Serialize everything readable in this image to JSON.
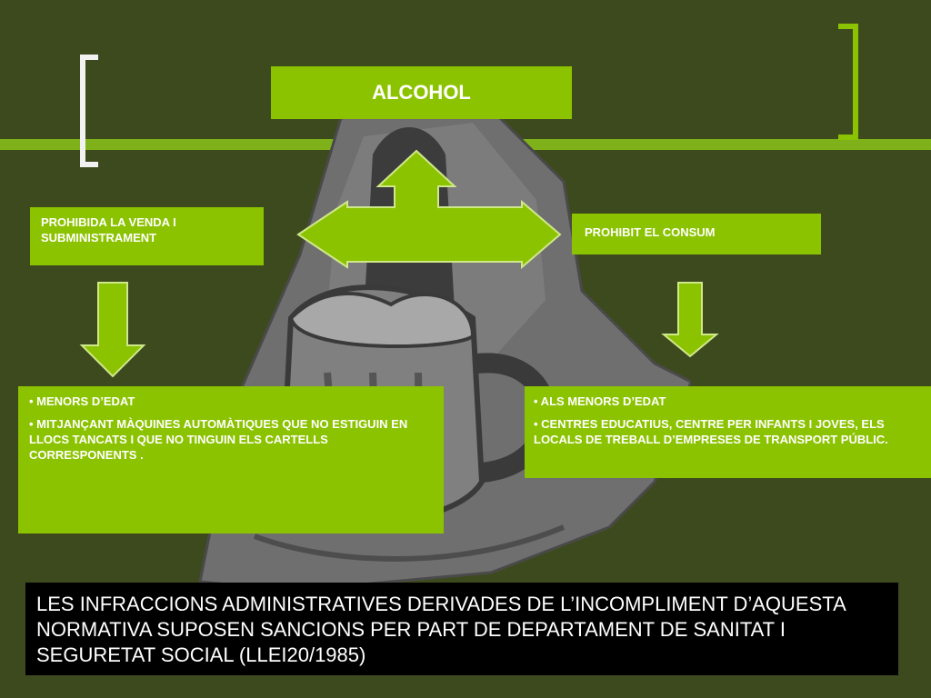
{
  "title": "ALCOHOL",
  "left": {
    "heading": "PROHIBIDA LA VENDA I SUBMINISTRAMENT",
    "items": [
      "• MENORS D’EDAT",
      "• MITJANÇANT MÀQUINES AUTOMÀTIQUES QUE NO ESTIGUIN EN LLOCS TANCATS I QUE NO TINGUIN ELS CARTELLS CORRESPONENTS ."
    ]
  },
  "right": {
    "heading": "PROHIBIT EL CONSUM",
    "items": [
      "• ALS MENORS D’EDAT",
      "• CENTRES EDUCATIUS, CENTRE PER INFANTS I JOVES, ELS LOCALS DE TREBALL D’EMPRESES DE TRANSPORT PÚBLIC."
    ]
  },
  "footer": "LES INFRACCIONS ADMINISTRATIVES DERIVADES DE L’INCOMPLIMENT D’AQUESTA NORMATIVA SUPOSEN SANCIONS PER PART DE DEPARTAMENT DE SANITAT I SEGURETAT SOCIAL (LLEI20/1985)",
  "colors": {
    "background": "#3d4a1e",
    "accent": "#8cc300",
    "footer": "#000000"
  },
  "icons": {
    "background_art": "beer-mug-illustration",
    "connector": "three-way-arrow-icon"
  }
}
